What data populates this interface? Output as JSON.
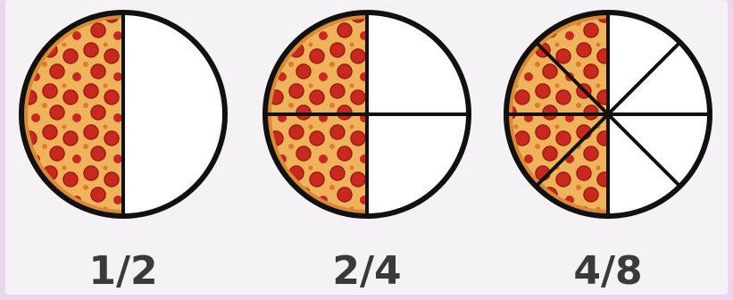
{
  "colors": {
    "background": "#ead7ee",
    "panel": "#f4f2f5",
    "outline": "#111111",
    "crust": "#d88a36",
    "sauce": "#e9a24a",
    "cheese": "#efb35c",
    "pepperoni": "#c8281d",
    "pepperoni_dark": "#9c1a12",
    "empty": "#ffffff"
  },
  "pizzas": [
    {
      "label": "1/2",
      "slices": 2,
      "filled": 1
    },
    {
      "label": "2/4",
      "slices": 4,
      "filled": 2
    },
    {
      "label": "4/8",
      "slices": 8,
      "filled": 4
    }
  ]
}
